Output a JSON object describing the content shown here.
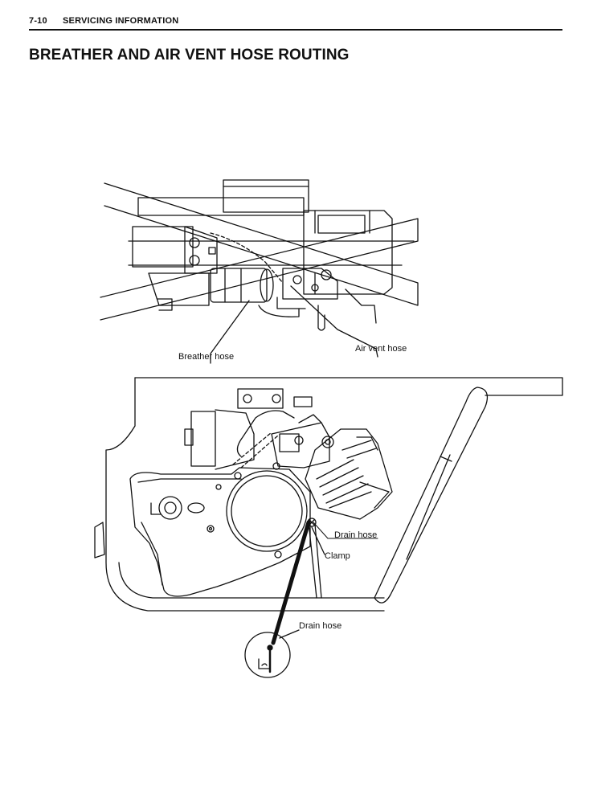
{
  "header": {
    "page_number": "7-10",
    "section": "SERVICING INFORMATION"
  },
  "title": "BREATHER AND AIR VENT HOSE ROUTING",
  "labels": {
    "breather_hose": "Breather hose",
    "air_vent_hose": "Air vent hose",
    "drain_hose_upper": "Drain hose",
    "clamp": "Clamp",
    "drain_hose_detail": "Drain hose"
  }
}
